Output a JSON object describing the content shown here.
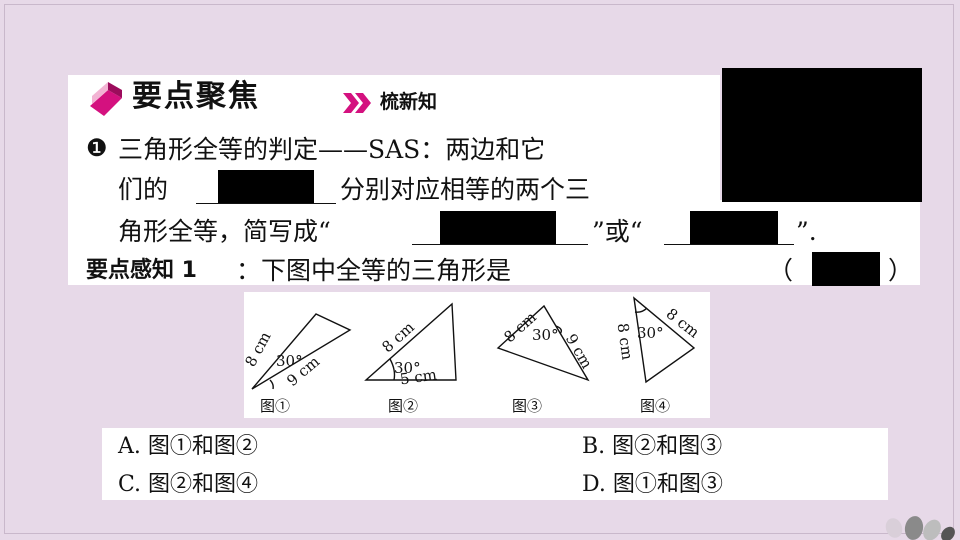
{
  "header": {
    "title": "要点聚焦",
    "subtitle": "梳新知"
  },
  "section1": {
    "number": "❶",
    "line1": "三角形全等的判定——SAS：两边和它",
    "line2_prefix": "们的",
    "line2_suffix": "分别对应相等的两个三",
    "line3_prefix": "角形全等，简写成“",
    "line3_mid": "”或“",
    "line3_end": "”."
  },
  "question": {
    "label": "要点感知 1",
    "text": "：下图中全等的三角形是",
    "paren_open": "（",
    "paren_close": "）"
  },
  "figures": [
    {
      "caption": "图①",
      "side_a": "8 cm",
      "side_b": "9 cm",
      "angle": "30°"
    },
    {
      "caption": "图②",
      "side_a": "8 cm",
      "side_b": "5 cm",
      "angle": "30°"
    },
    {
      "caption": "图③",
      "side_a": "8 cm",
      "side_b": "9 cm",
      "angle": "30°"
    },
    {
      "caption": "图④",
      "side_a": "8 cm",
      "side_b": "8 cm",
      "angle": "30°"
    }
  ],
  "options": {
    "A": "A. 图①和图②",
    "B": "B. 图②和图③",
    "C": "C. 图②和图④",
    "D": "D. 图①和图③"
  },
  "colors": {
    "background": "#e7d9e8",
    "accent": "#d4117f",
    "redaction": "#000000"
  }
}
